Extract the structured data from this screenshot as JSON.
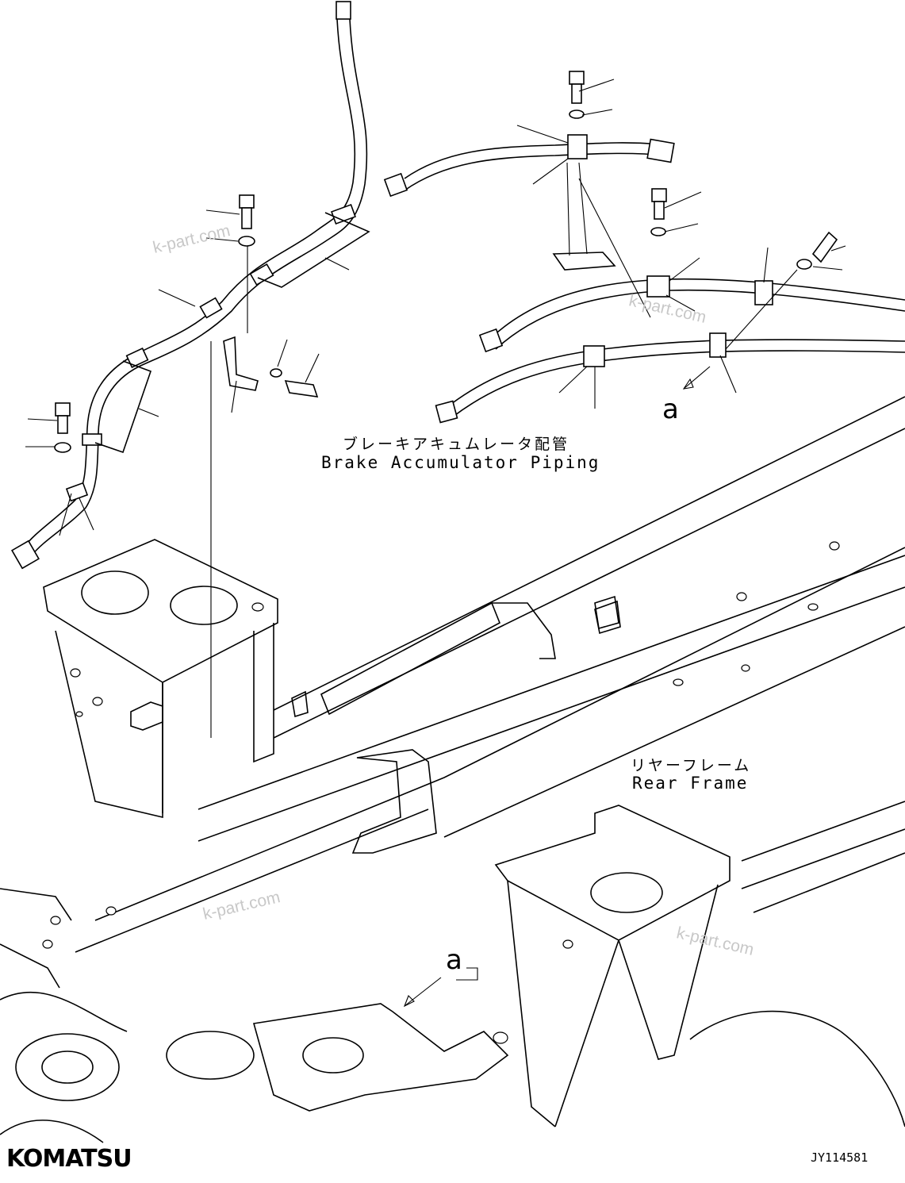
{
  "diagram": {
    "title_jp": "ブレーキアキュムレータ配管",
    "title_en": "Brake Accumulator Piping",
    "frame_label_jp": "リヤーフレーム",
    "frame_label_en": "Rear Frame",
    "callout_top": "a",
    "callout_bottom": "a"
  },
  "watermarks": [
    "k-part.com",
    "k-part.com",
    "k-part.com",
    "k-part.com"
  ],
  "footer": {
    "brand": "KOMATSU",
    "drawing_code": "JY114581"
  }
}
